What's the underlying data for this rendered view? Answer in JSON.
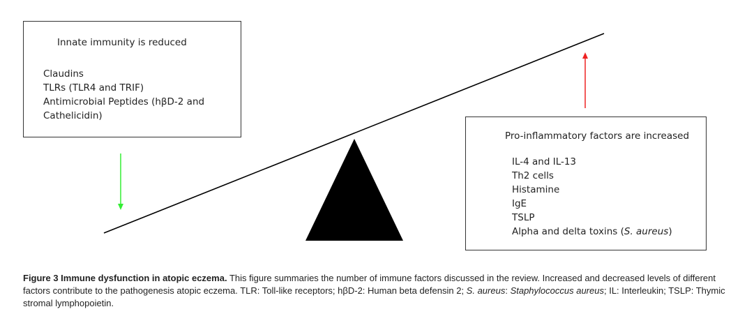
{
  "left_box": {
    "heading": "Innate immunity is reduced",
    "items": [
      "Claudins",
      "TLRs (TLR4 and TRIF)",
      "Antimicrobial Peptides (hβD-2 and Cathelicidin)"
    ]
  },
  "right_box": {
    "heading": "Pro-inflammatory factors are increased",
    "items": [
      "IL-4 and IL-13",
      "Th2 cells",
      "Histamine",
      "IgE",
      "TSLP"
    ],
    "last_item_prefix": "Alpha and delta toxins (",
    "last_item_italic": "S. aureus",
    "last_item_suffix": ")"
  },
  "colors": {
    "down_arrow": "#33ee33",
    "up_arrow": "#ee2222",
    "fulcrum": "#000000",
    "beam": "#000000"
  },
  "caption": {
    "label": "Figure 3  Immune dysfunction in atopic eczema.",
    "part1": " This figure summaries the number of immune factors discussed in the review. Increased and decreased levels of different factors contribute to the pathogenesis atopic eczema. TLR: Toll-like receptors; hβD-2: Human beta defensin 2; ",
    "italic1": "S. aureus",
    "part2": ": ",
    "italic2": "Staphylococcus aureus",
    "part3": "; IL: Interleukin; TSLP: Thymic stromal lymphopoietin."
  }
}
